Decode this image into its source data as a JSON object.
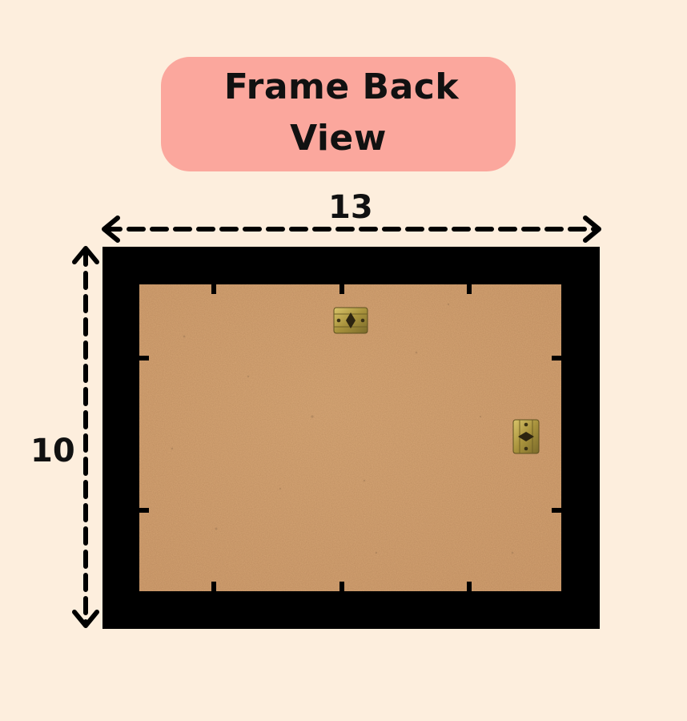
{
  "title": {
    "line1": "Frame Back",
    "line2": "View"
  },
  "dimensions": {
    "width": "13",
    "height": "10"
  },
  "colors": {
    "background": "#fdeedd",
    "title_pill": "#fba79d",
    "frame": "#000000",
    "backing_board": "#d6a877",
    "hanger": "#b8a24a"
  }
}
